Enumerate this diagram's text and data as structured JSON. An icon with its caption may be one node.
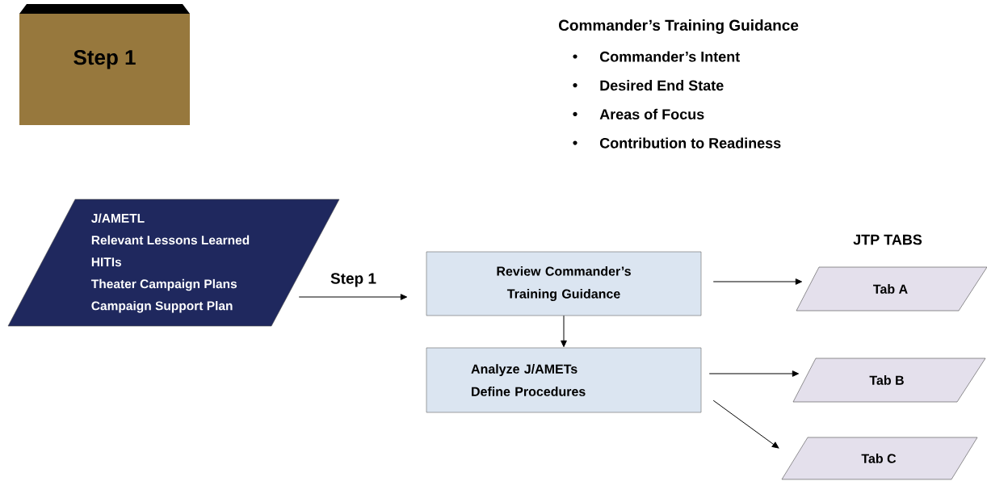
{
  "diagram": {
    "nodes": [
      {
        "text": [
          "Step 1"
        ]
      },
      {
        "text": [
          "J/AMETL",
          "Relevant Lessons Learned",
          "HITIs",
          "Theater Campaign Plans",
          "Campaign Support Plan"
        ]
      },
      {
        "text": [
          "Review Commander’s Training Guidance"
        ]
      },
      {
        "text": [
          "Analyze J/AMETs",
          "Define Procedures"
        ]
      },
      {
        "text": [
          "Tab A"
        ]
      },
      {
        "text": [
          "Tab B"
        ]
      },
      {
        "text": [
          "Tab C"
        ]
      }
    ],
    "edges": [
      {
        "from": 1,
        "to": 2,
        "arrow": "to",
        "label": "Step 1"
      },
      {
        "from": 2,
        "to": 3,
        "arrow": "to"
      },
      {
        "from": 2,
        "to": 4,
        "arrow": "to"
      },
      {
        "from": 3,
        "to": 5,
        "arrow": "to"
      },
      {
        "from": 3,
        "to": 6,
        "arrow": "to"
      }
    ],
    "labels": [
      "Commander’s Training Guidance",
      "Commander’s Intent",
      "Desired End State",
      "Areas of Focus",
      "Contribution to Readiness",
      "JTP TABS"
    ]
  }
}
